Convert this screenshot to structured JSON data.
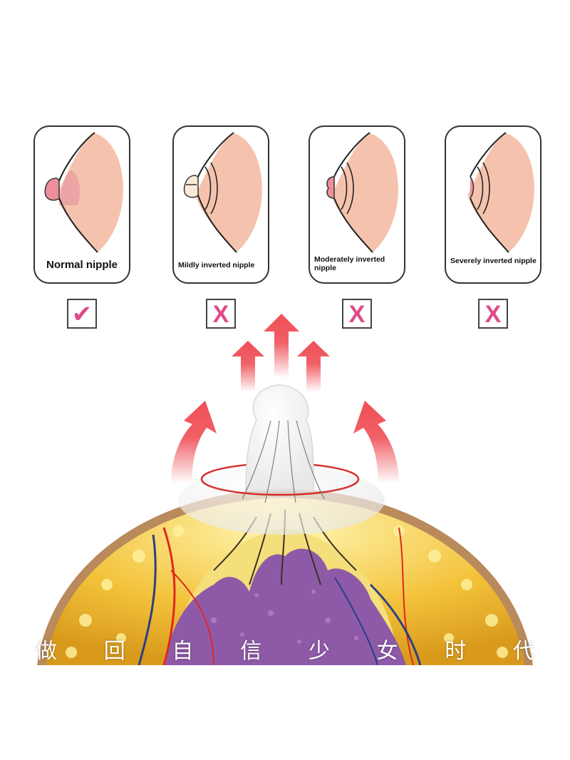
{
  "cards": [
    {
      "label": "Normal nipple",
      "status": "correct",
      "status_glyph": "✔"
    },
    {
      "label": "Mildly inverted nipple",
      "status": "incorrect",
      "status_glyph": "X"
    },
    {
      "label": "Moderately inverted nipple",
      "status": "incorrect",
      "status_glyph": "X"
    },
    {
      "label": "Severely inverted nipple",
      "status": "incorrect",
      "status_glyph": "X"
    }
  ],
  "slogan": [
    "做",
    "回",
    "自",
    "信",
    "少",
    "女",
    "时",
    "代"
  ],
  "colors": {
    "skin": "#f5c3ad",
    "nipple_pink": "#e89aa3",
    "mark": "#e04a8a",
    "arrow": "#ef4f56",
    "fat_yellow": "#f3c23a",
    "gland_purple": "#8e5aa8",
    "vessel_red": "#e0281e",
    "vessel_blue": "#2a3f86"
  },
  "icons": [
    "check-icon",
    "x-icon",
    "up-arrow-icon",
    "curved-arrow-icon",
    "nipple-shield"
  ]
}
